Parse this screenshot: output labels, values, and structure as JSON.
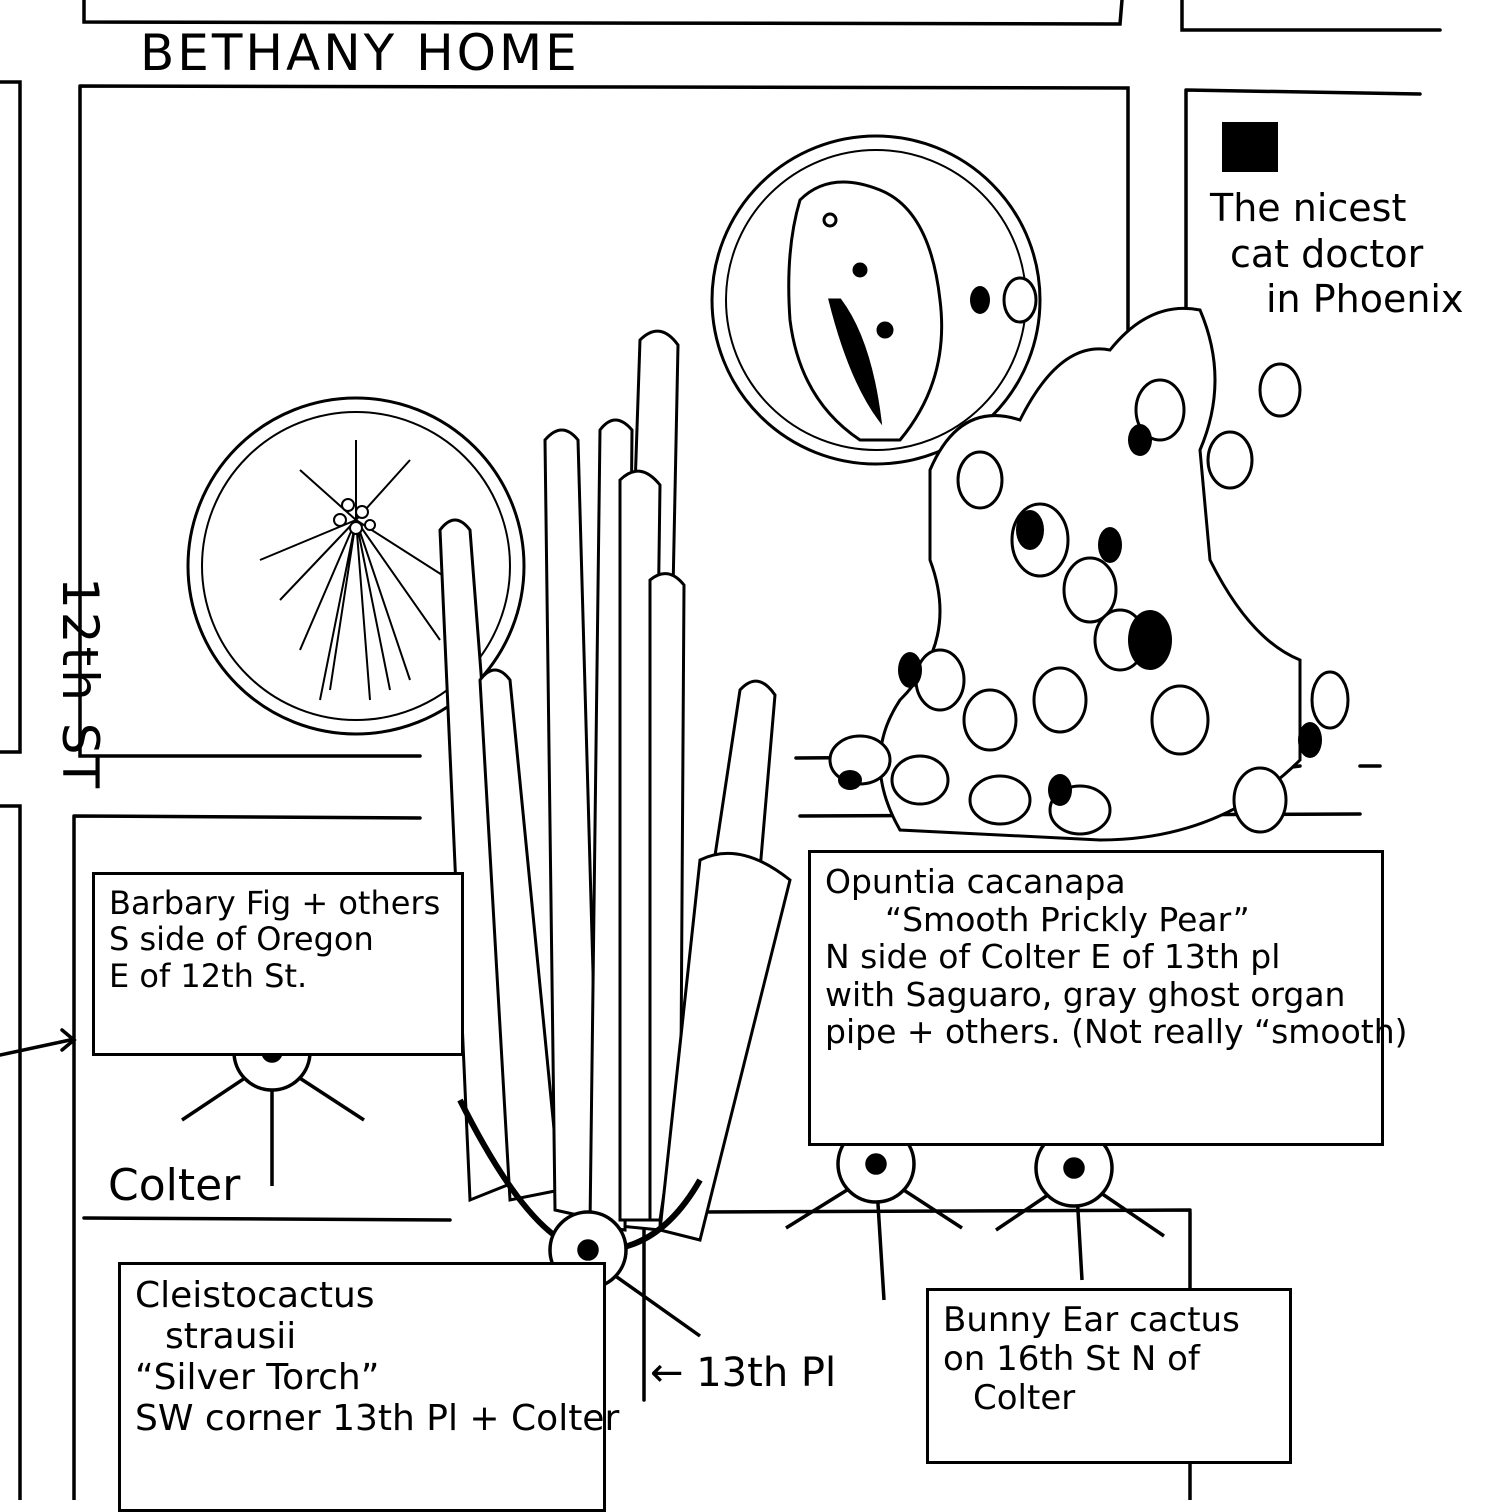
{
  "streets": {
    "bethany_home": "BETHANY HOME",
    "twelfth_st": "12th ST",
    "colter": "Colter",
    "thirteenth_pl": "← 13th Pl"
  },
  "landmark": {
    "label_lines": [
      "The nicest",
      "cat doctor",
      "in Phoenix"
    ],
    "marker_color": "#000000"
  },
  "notes": {
    "barbary": {
      "lines": [
        "Barbary Fig + others",
        "S side of Oregon",
        "E of 12th St."
      ]
    },
    "opuntia": {
      "lines": [
        "Opuntia cacanapa",
        "“Smooth Prickly Pear”",
        "N side of Colter E of 13th pl",
        "with Saguaro, gray ghost organ",
        "pipe + others. (Not really “smooth)"
      ]
    },
    "cleistocactus": {
      "lines": [
        "Cleistocactus",
        "strausii",
        "“Silver Torch”",
        "SW corner 13th Pl + Colter"
      ]
    },
    "bunny": {
      "lines": [
        "Bunny Ear cactus",
        "on 16th St N of",
        "Colter"
      ]
    }
  },
  "illustrations": [
    "saguaro-top-circle",
    "cholla-circle",
    "silver-torch-cactus",
    "prickly-pear-cactus"
  ],
  "colors": {
    "ink": "#000000",
    "paper": "#ffffff"
  }
}
